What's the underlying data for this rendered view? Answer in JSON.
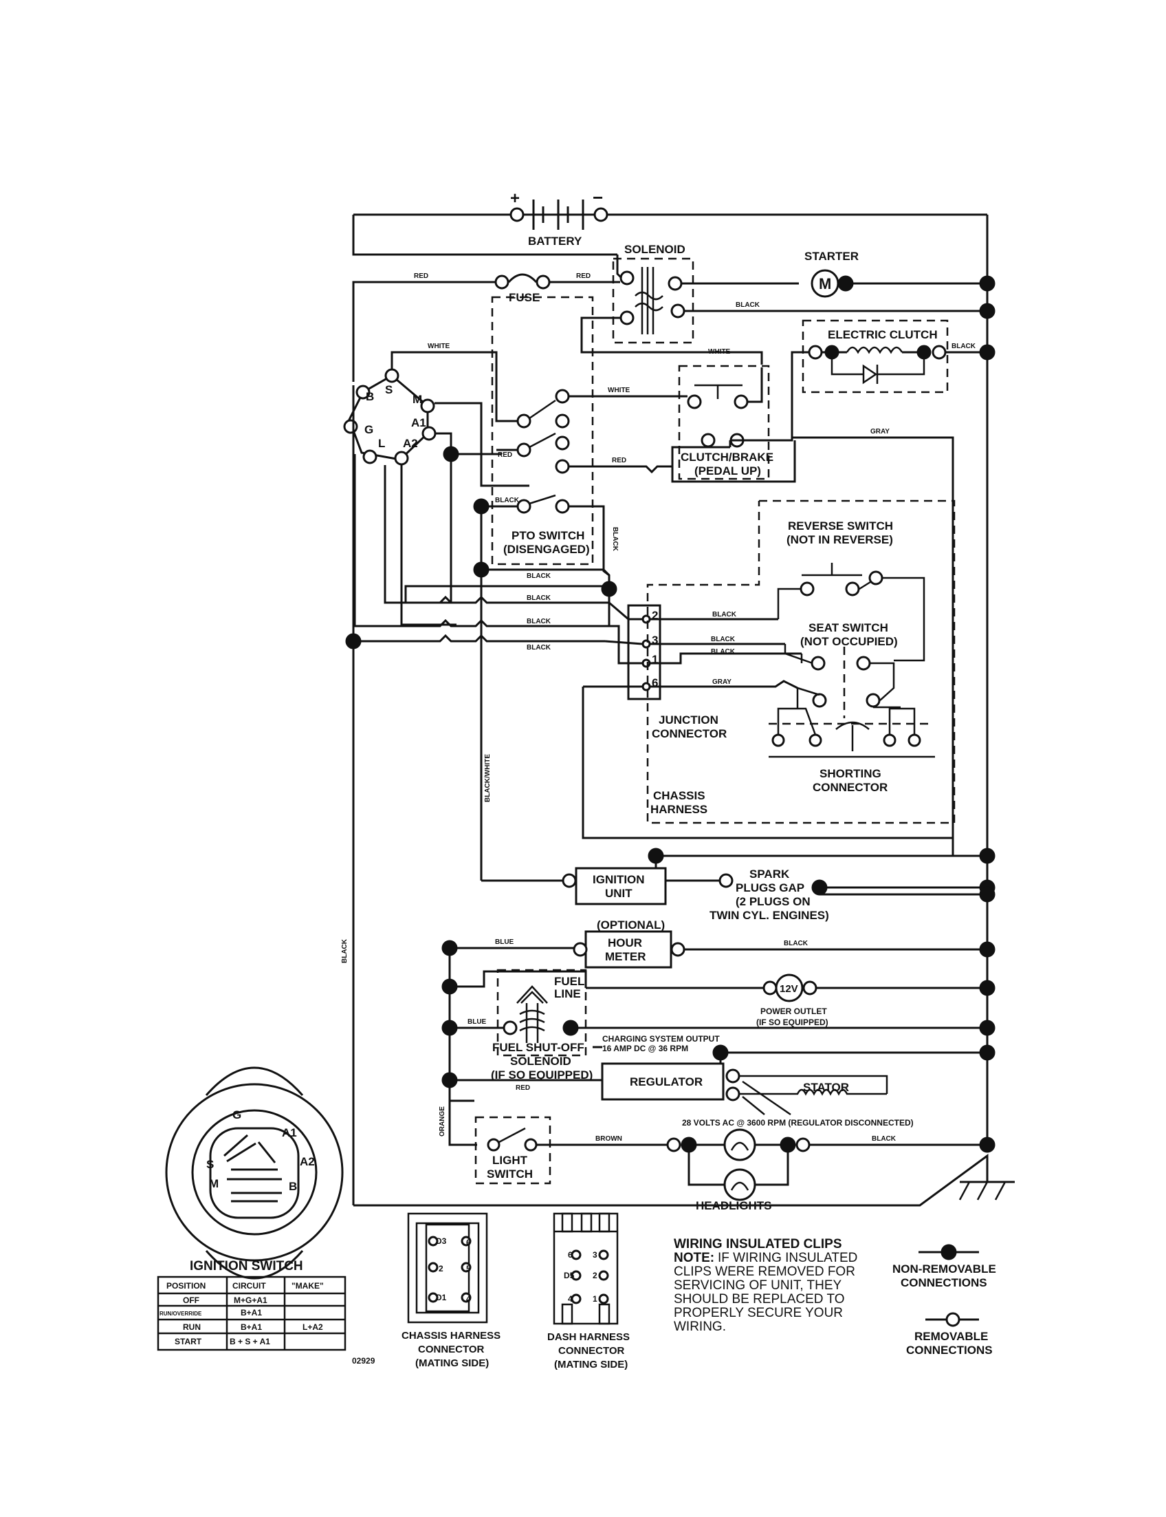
{
  "battery": {
    "label": "BATTERY",
    "plus": "+",
    "minus": "−"
  },
  "solenoid": {
    "label": "SOLENOID"
  },
  "starter": {
    "label": "STARTER",
    "symbol": "M"
  },
  "fuse": {
    "label": "FUSE"
  },
  "electric_clutch": {
    "label": "ELECTRIC CLUTCH"
  },
  "clutch_brake": {
    "line1": "CLUTCH/BRAKE",
    "line2": "(PEDAL UP)"
  },
  "pto_switch": {
    "line1": "PTO SWITCH",
    "line2": "(DISENGAGED)"
  },
  "reverse_switch": {
    "line1": "REVERSE SWITCH",
    "line2": "(NOT IN REVERSE)"
  },
  "seat_switch": {
    "line1": "SEAT SWITCH",
    "line2": "(NOT OCCUPIED)"
  },
  "junction_connector": {
    "line1": "JUNCTION",
    "line2": "CONNECTOR",
    "pins": [
      "2",
      "3",
      "1",
      "6"
    ]
  },
  "shorting_connector": {
    "line1": "SHORTING",
    "line2": "CONNECTOR"
  },
  "chassis_harness": {
    "line1": "CHASSIS",
    "line2": "HARNESS"
  },
  "ignition_unit": {
    "line1": "IGNITION",
    "line2": "UNIT"
  },
  "spark_plugs": {
    "line1": "SPARK",
    "line2": "PLUGS GAP",
    "line3": "(2 PLUGS ON",
    "line4": "TWIN CYL. ENGINES)"
  },
  "hour_meter": {
    "optional": "(OPTIONAL)",
    "line1": "HOUR",
    "line2": "METER"
  },
  "fuel_line": {
    "line1": "FUEL",
    "line2": "LINE"
  },
  "power_outlet": {
    "symbol": "12V",
    "line1": "POWER OUTLET",
    "line2": "(IF SO EQUIPPED)"
  },
  "fuel_shutoff": {
    "line1": "FUEL SHUT-OFF",
    "line2": "SOLENOID",
    "line3": "(IF SO EQUIPPED)"
  },
  "charging": {
    "line1": "CHARGING SYSTEM OUTPUT",
    "line2": "16 AMP DC @ 36 RPM"
  },
  "regulator": {
    "label": "REGULATOR"
  },
  "stator": {
    "label": "STATOR"
  },
  "stator_ac": "28 VOLTS AC @ 3600 RPM (REGULATOR DISCONNECTED)",
  "light_switch": {
    "line1": "LIGHT",
    "line2": "SWITCH"
  },
  "headlights": {
    "label": "HEADLIGHTS"
  },
  "ignition_switch_terminals": {
    "B": "B",
    "S": "S",
    "M": "M",
    "A1": "A1",
    "G": "G",
    "L": "L",
    "A2": "A2"
  },
  "wire_colors": {
    "red": "RED",
    "black": "BLACK",
    "white": "WHITE",
    "gray": "GRAY",
    "blue": "BLUE",
    "brown": "BROWN",
    "orange": "ORANGE",
    "black_white": "BLACK/WHITE"
  },
  "ignition_switch_table": {
    "title": "IGNITION SWITCH",
    "headers": [
      "POSITION",
      "CIRCUIT",
      "\"MAKE\""
    ],
    "rows": [
      [
        "OFF",
        "M+G+A1",
        ""
      ],
      [
        "RUN/OVERRIDE",
        "B+A1",
        ""
      ],
      [
        "RUN",
        "B+A1",
        "L+A2"
      ],
      [
        "START",
        "B + S + A1",
        ""
      ]
    ]
  },
  "part_number": "02929",
  "chassis_connector": {
    "line1": "CHASSIS HARNESS",
    "line2": "CONNECTOR",
    "line3": "(MATING SIDE)",
    "pins": [
      "D3",
      "6",
      "2",
      "5",
      "D1",
      "4"
    ]
  },
  "dash_connector": {
    "line1": "DASH HARNESS",
    "line2": "CONNECTOR",
    "line3": "(MATING SIDE)",
    "pins": [
      "6",
      "3",
      "D5",
      "2",
      "4",
      "1"
    ]
  },
  "wiring_clips": {
    "title": "WIRING INSULATED CLIPS",
    "note_label": "NOTE:",
    "lines": [
      "IF WIRING INSULATED",
      "CLIPS WERE REMOVED FOR",
      "SERVICING OF UNIT, THEY",
      "SHOULD BE REPLACED TO",
      "PROPERLY SECURE YOUR",
      "WIRING."
    ]
  },
  "legend": {
    "non_removable_1": "NON-REMOVABLE",
    "non_removable_2": "CONNECTIONS",
    "removable_1": "REMOVABLE",
    "removable_2": "CONNECTIONS"
  }
}
